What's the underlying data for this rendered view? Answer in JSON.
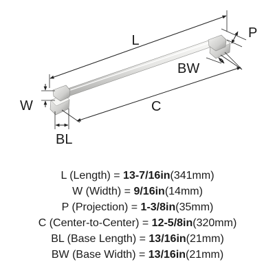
{
  "diagram": {
    "labels": {
      "L": "L",
      "P": "P",
      "BW": "BW",
      "W": "W",
      "C": "C",
      "BL": "BL"
    }
  },
  "specs": [
    {
      "letter": "L",
      "name": "(Length)",
      "value": "13-7/16in",
      "metric": "(341mm)"
    },
    {
      "letter": "W",
      "name": "(Width)",
      "value": "9/16in",
      "metric": "(14mm)"
    },
    {
      "letter": "P",
      "name": "(Projection)",
      "value": "1-3/8in",
      "metric": "(35mm)"
    },
    {
      "letter": "C",
      "name": "(Center-to-Center)",
      "value": "12-5/8in",
      "metric": "(320mm)"
    },
    {
      "letter": "BL",
      "name": "(Base Length)",
      "value": "13/16in",
      "metric": "(21mm)"
    },
    {
      "letter": "BW",
      "name": "(Base Width)",
      "value": "13/16in",
      "metric": "(21mm)"
    }
  ],
  "colors": {
    "handle_light": "#f2f2f0",
    "handle_mid": "#d8d8d6",
    "handle_dark": "#9a9a98",
    "line": "#222222"
  }
}
